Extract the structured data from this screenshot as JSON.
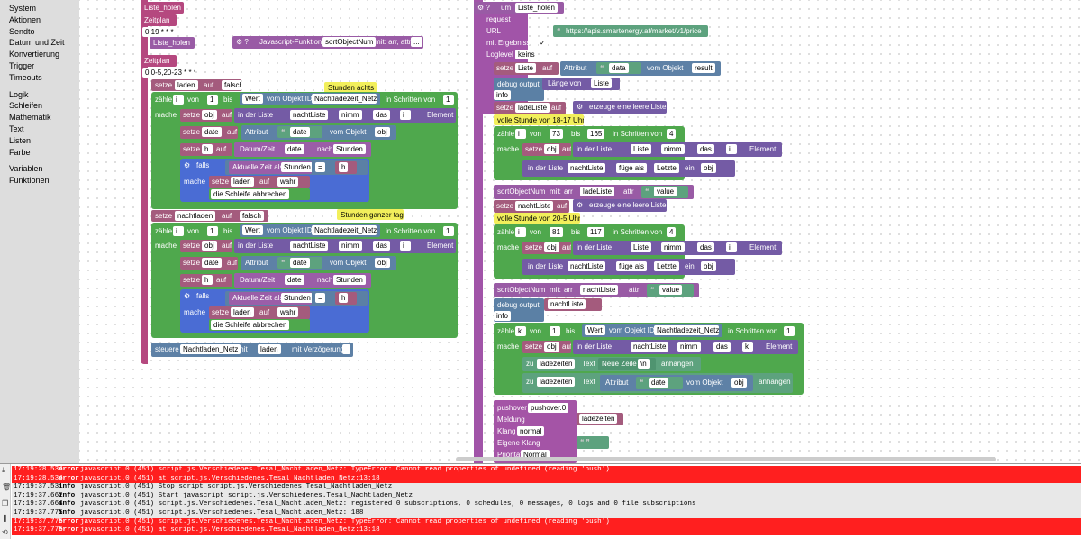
{
  "toolbox": {
    "items": [
      "System",
      "Aktionen",
      "Sendto",
      "Datum und Zeit",
      "Konvertierung",
      "Trigger",
      "Timeouts",
      "",
      "Logik",
      "Schleifen",
      "Mathematik",
      "Text",
      "Listen",
      "Farbe",
      "",
      "Variablen",
      "Funktionen"
    ]
  },
  "left": {
    "liste_holen_title": "Liste_holen",
    "zeitplan1": "Zeitplan",
    "cron1": "0 19 * * *",
    "liste_holen_call": "Liste_holen",
    "zeitplan2": "Zeitplan",
    "cron2": "0 0-5,20-23 * * *",
    "func_label": "Javascript-Funktion",
    "func_name": "sortObjectNum",
    "func_args": "mit: arr, attr",
    "func_more": "...",
    "setze": "setze",
    "auf": "auf",
    "laden": "laden",
    "falsch": "falsch",
    "wahr": "wahr",
    "note1": "Stunden achts",
    "note2": "Stunden ganzer tag",
    "zaehle": "zähle",
    "von": "von",
    "bis": "bis",
    "in_schritten": "in Schritten von",
    "one": "1",
    "i": "i",
    "wert": "Wert",
    "vom_obj_id": "vom Objekt ID",
    "nachtladezeit": "Nachtladezeit_Netz",
    "mache": "mache",
    "obj": "obj",
    "in_der_liste": "in der Liste",
    "nachtliste": "nachtListe",
    "nimm": "nimm",
    "als": "das",
    "element": "Element",
    "date": "date",
    "attribut": "Attribut",
    "vom_objekt": "vom Objekt",
    "h": "h",
    "datumzeit": "Datum/Zeit",
    "nach": "nach",
    "stunden": "Stunden",
    "falls": "falls",
    "aktuelle_zeit": "Aktuelle Zeit als",
    "eq": "=",
    "break": "die Schleife abbrechen",
    "nachtladen": "nachtladen",
    "steuere": "steuere",
    "nachtladen_netz": "Nachtladen_Netz",
    "mit": "mit",
    "mit_verz": "mit Verzögerung"
  },
  "right": {
    "um": "um",
    "title": "Liste_holen",
    "request": "request",
    "url": "URL",
    "url_val": "https://apis.smartenergy.at/market/v1/price",
    "mit_ergebnissen": "mit Ergebnissen",
    "check": "✓",
    "loglevel": "Loglevel",
    "keins": "keins",
    "setze": "setze",
    "liste": "Liste",
    "auf": "auf",
    "attribut": "Attribut",
    "data": "data",
    "vom_objekt": "vom Objekt",
    "result": "result",
    "debug": "debug output",
    "laenge": "Länge von",
    "info": "info",
    "ladeliste": "ladeListe",
    "erzeuge": "erzeuge eine leere Liste",
    "note1": "volle Stunde von 18-17 Uhr",
    "zaehle": "zähle",
    "i": "i",
    "von": "von",
    "v73": "73",
    "bis": "bis",
    "v165": "165",
    "in_schritten": "in Schritten von",
    "v4": "4",
    "mache": "mache",
    "obj": "obj",
    "in_der_liste": "in der Liste",
    "nimm": "nimm",
    "das": "das",
    "element": "Element",
    "nachtliste": "nachtListe",
    "fuege": "füge als",
    "letzte": "Letzte",
    "ein": "ein",
    "sort": "sortObjectNum",
    "mit": "mit:",
    "arr": "arr",
    "attr": "attr",
    "value": "value",
    "note2": "volle Stunde von 20-5 Uhr",
    "v81": "81",
    "v117": "117",
    "k": "k",
    "one": "1",
    "wert": "Wert",
    "vom_obj_id": "vom Objekt ID",
    "nachtladezeit": "Nachtladezeit_Netz",
    "zu": "zu",
    "ladezeiten": "ladezeiten",
    "text": "Text",
    "neue_zeile": "Neue Zeile",
    "nl": "\\n",
    "anhaengen": "anhängen",
    "date": "date",
    "pushover": "pushover",
    "pushover0": "pushover.0",
    "meldung": "Meldung",
    "klang": "Klang",
    "normal": "normal",
    "eigene_klang": "Eigene Klang",
    "prioritaet": "Priorität",
    "normal_cap": "Normal"
  },
  "log": [
    {
      "time": "17:19:28.534",
      "level": "error",
      "msg": "javascript.0 (451) script.js.Verschiedenes.Tesal_Nachtladen_Netz: TypeError: Cannot read properties of undefined (reading 'push')"
    },
    {
      "time": "17:19:28.534",
      "level": "error",
      "msg": "javascript.0 (451) at script.js.Verschiedenes.Tesal_Nachtladen_Netz:13:18"
    },
    {
      "time": "17:19:37.531",
      "level": "info",
      "msg": "javascript.0 (451) Stop script script.js.Verschiedenes.Tesal_Nachtladen_Netz"
    },
    {
      "time": "17:19:37.662",
      "level": "info",
      "msg": "javascript.0 (451) Start javascript script.js.Verschiedenes.Tesal_Nachtladen_Netz"
    },
    {
      "time": "17:19:37.664",
      "level": "info",
      "msg": "javascript.0 (451) script.js.Verschiedenes.Tesal_Nachtladen_Netz: registered 0 subscriptions, 0 schedules, 0 messages, 0 logs and 0 file subscriptions"
    },
    {
      "time": "17:19:37.775",
      "level": "info",
      "msg": "javascript.0 (451) script.js.Verschiedenes.Tesal_Nachtladen_Netz: 188"
    },
    {
      "time": "17:19:37.775",
      "level": "error",
      "msg": "javascript.0 (451) script.js.Verschiedenes.Tesal_Nachtladen_Netz: TypeError: Cannot read properties of undefined (reading 'push')"
    },
    {
      "time": "17:19:37.775",
      "level": "error",
      "msg": "javascript.0 (451) at script.js.Verschiedenes.Tesal_Nachtladen_Netz:13:18"
    }
  ]
}
